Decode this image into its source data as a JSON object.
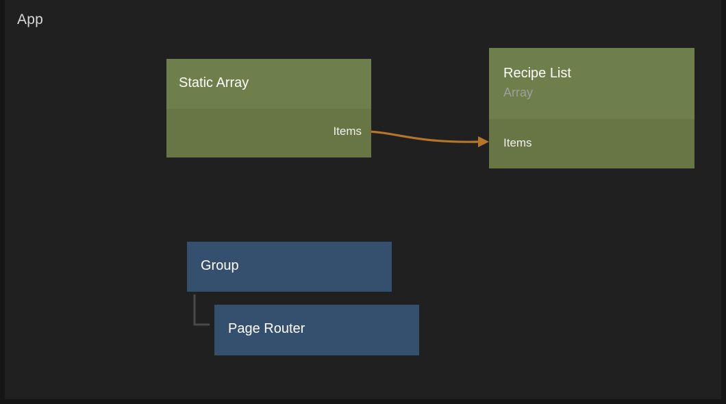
{
  "canvas": {
    "title": "App",
    "background_color": "#202020",
    "frame_color": "#151515"
  },
  "colors": {
    "green_header": "#6f7f4b",
    "green_body": "#687645",
    "blue_node": "#35506f",
    "connection_orange": "#b5762a",
    "group_link_grey": "#4a4a4a",
    "title_text": "#ffffff",
    "subtitle_text": "#9e9e9e",
    "canvas_title_text": "#d9d9d9"
  },
  "nodes": [
    {
      "id": "static-array",
      "title": "Static Array",
      "subtitle": "",
      "kind": "green",
      "ports_out": [
        {
          "label": "Items"
        }
      ],
      "ports_in": []
    },
    {
      "id": "recipe-list",
      "title": "Recipe List",
      "subtitle": "Array",
      "kind": "green",
      "ports_out": [],
      "ports_in": [
        {
          "label": "Items"
        }
      ]
    },
    {
      "id": "group",
      "title": "Group",
      "subtitle": "",
      "kind": "blue",
      "ports_out": [],
      "ports_in": []
    },
    {
      "id": "page-router",
      "title": "Page Router",
      "subtitle": "",
      "kind": "blue",
      "ports_out": [],
      "ports_in": []
    }
  ],
  "connections": [
    {
      "id": "items-to-items",
      "from_node": "static-array",
      "from_port": "Items",
      "to_node": "recipe-list",
      "to_port": "Items",
      "color": "#b5762a",
      "style": "bezier-arrow"
    },
    {
      "id": "group-to-page-router",
      "from_node": "group",
      "to_node": "page-router",
      "color": "#4a4a4a",
      "style": "elbow"
    }
  ]
}
